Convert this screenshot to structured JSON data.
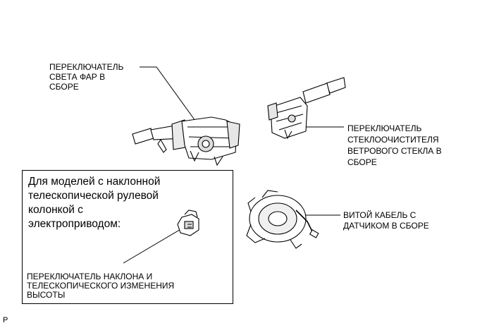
{
  "labels": {
    "headlight": "ПЕРЕКЛЮЧАТЕЛЬ\nСВЕТА ФАР В\nСБОРЕ",
    "wiper": "ПЕРЕКЛЮЧАТЕЛЬ\nСТЕКЛООЧИСТИТЕЛЯ\nВЕТРОВОГО СТЕКЛА В\nСБОРЕ",
    "spiral": "ВИТОЙ КАБЕЛЬ С\nДАТЧИКОМ В СБОРЕ"
  },
  "note": {
    "text": "Для моделей с наклонной\nтелескопической рулевой\nколонкой с\nэлектроприводом:",
    "part_label": "ПЕРЕКЛЮЧАТЕЛЬ НАКЛОНА И\nТЕЛЕСКОПИЧЕСКОГО ИЗМЕНЕНИЯ\nВЫСОТЫ"
  },
  "corner_mark": "P"
}
